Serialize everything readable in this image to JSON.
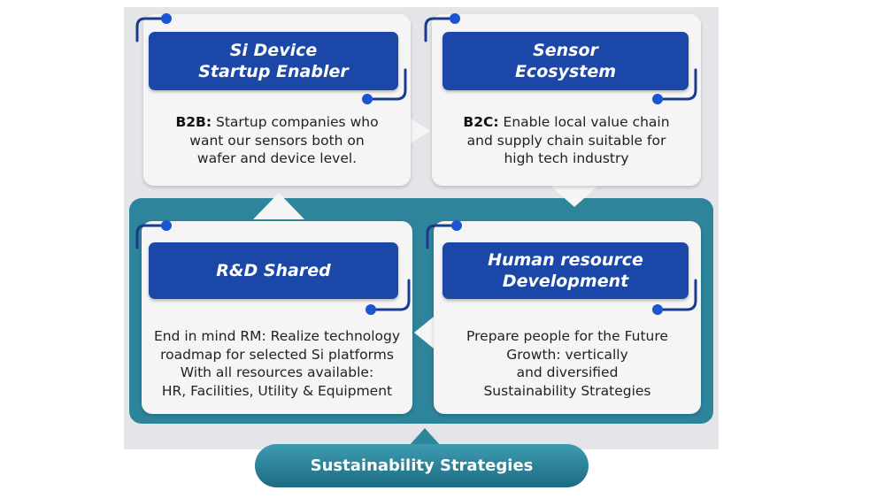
{
  "colors": {
    "accent_blue": "#1b48a8",
    "teal": "#2d849b",
    "card_bg": "#f5f5f6",
    "frame_gray": "#e4e5e8",
    "dot_blue": "#1b55d1"
  },
  "cards": {
    "startup": {
      "title_lines": [
        "Si Device",
        "Startup Enabler"
      ],
      "body_prefix": "B2B:",
      "body_lines": [
        "Startup companies who",
        "want our sensors both on",
        "wafer and device level."
      ]
    },
    "sensor": {
      "title_lines": [
        "Sensor",
        "Ecosystem"
      ],
      "body_prefix": "B2C:",
      "body_lines": [
        "Enable local value chain",
        "and supply chain suitable for",
        "high tech industry"
      ]
    },
    "rd": {
      "title_lines": [
        "R&D Shared"
      ],
      "body_lines": [
        "End in mind RM: Realize technology",
        "roadmap for selected Si platforms",
        "With all resources available:",
        "HR, Facilities, Utility & Equipment"
      ]
    },
    "hr": {
      "title_lines": [
        "Human resource",
        "Development"
      ],
      "body_lines": [
        "Prepare people for the Future",
        "Growth: vertically",
        "and diversified",
        "Sustainability Strategies"
      ]
    }
  },
  "footer": {
    "label": "Sustainability Strategies"
  }
}
